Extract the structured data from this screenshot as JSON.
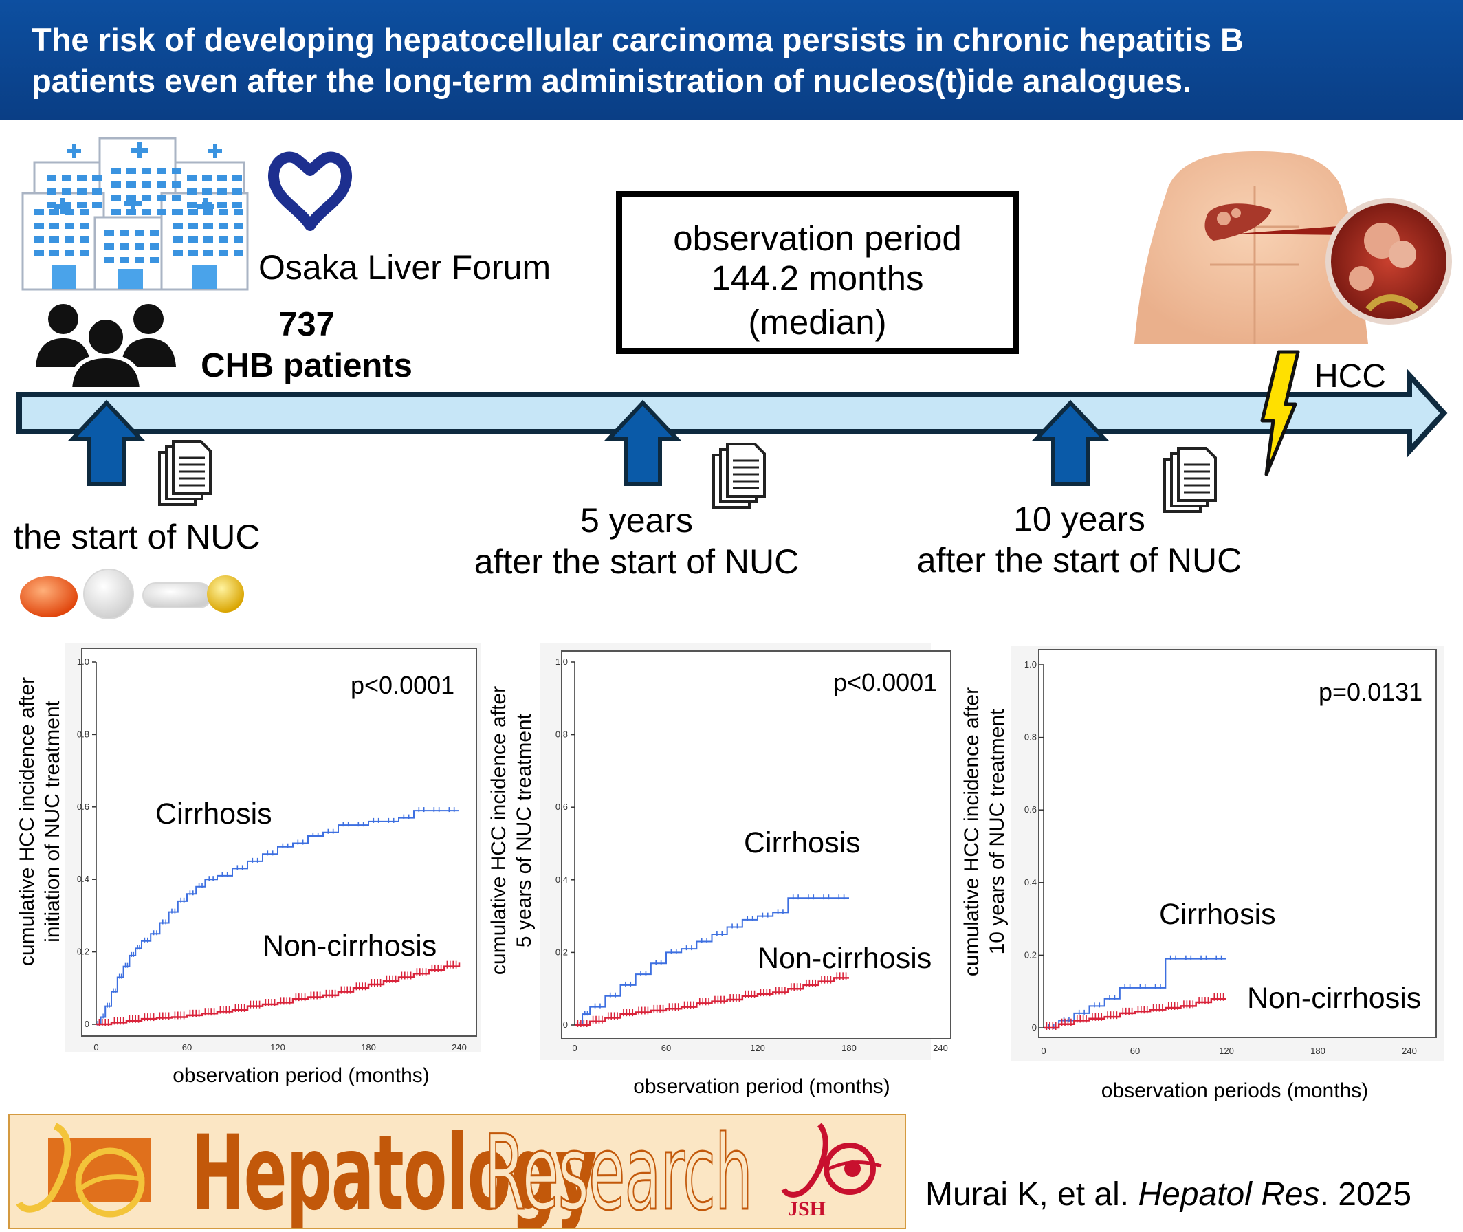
{
  "header": {
    "title_line1": "The risk of developing hepatocellular carcinoma persists in chronic hepatitis B",
    "title_line2": "patients even after the long-term administration of nucleos(t)ide analogues."
  },
  "study": {
    "forum": "Osaka Liver Forum",
    "patient_count": "737",
    "patient_label": "CHB patients"
  },
  "observation_box": {
    "line1": "observation period",
    "line2": "144.2 months",
    "line3": "(median)"
  },
  "timeline": {
    "start_label": "the start of NUC",
    "five_line1": "5 years",
    "five_line2": "after the start of NUC",
    "ten_line1": "10 years",
    "ten_line2": "after the start of NUC",
    "event_label": "HCC"
  },
  "colors": {
    "header": "#0d4fa0",
    "timeline_fill": "#c7e6f7",
    "arrow_blue": "#0a5aa8",
    "cirrhosis": "#3d6fe0",
    "non_cirrhosis": "#d9233a"
  },
  "chart_data": [
    {
      "type": "line",
      "ylabel_line1": "cumulative HCC incidence after",
      "ylabel_line2": "initiation of NUC treatment",
      "xlabel": "observation period (months)",
      "pvalue": "p<0.0001",
      "xlim": [
        0,
        240
      ],
      "ylim": [
        0,
        1.0
      ],
      "xticks": [
        "0",
        "60",
        "120",
        "180",
        "240"
      ],
      "yticks": [
        "0",
        "0.2",
        "0.4",
        "0.6",
        "0.8",
        "1.0"
      ],
      "series": [
        {
          "name": "Cirrhosis",
          "x": [
            0,
            3,
            6,
            10,
            14,
            18,
            22,
            26,
            30,
            36,
            42,
            48,
            54,
            60,
            66,
            72,
            80,
            90,
            100,
            110,
            120,
            130,
            140,
            150,
            160,
            170,
            180,
            190,
            200,
            210,
            220,
            230,
            240
          ],
          "y": [
            0,
            0.02,
            0.05,
            0.09,
            0.13,
            0.16,
            0.19,
            0.21,
            0.23,
            0.25,
            0.28,
            0.31,
            0.34,
            0.36,
            0.38,
            0.4,
            0.41,
            0.43,
            0.45,
            0.47,
            0.49,
            0.5,
            0.52,
            0.53,
            0.55,
            0.55,
            0.56,
            0.56,
            0.57,
            0.59,
            0.59,
            0.59,
            0.59
          ]
        },
        {
          "name": "Non-cirrhosis",
          "x": [
            0,
            10,
            20,
            30,
            40,
            50,
            60,
            70,
            80,
            90,
            100,
            110,
            120,
            130,
            140,
            150,
            160,
            170,
            180,
            190,
            200,
            210,
            220,
            230,
            240
          ],
          "y": [
            0,
            0.005,
            0.01,
            0.015,
            0.018,
            0.02,
            0.025,
            0.03,
            0.035,
            0.04,
            0.05,
            0.055,
            0.06,
            0.07,
            0.075,
            0.08,
            0.09,
            0.1,
            0.11,
            0.12,
            0.13,
            0.14,
            0.15,
            0.16,
            0.17
          ]
        }
      ]
    },
    {
      "type": "line",
      "ylabel_line1": "cumulative HCC incidence after",
      "ylabel_line2": "5 years of NUC treatment",
      "xlabel": "observation period (months)",
      "pvalue": "p<0.0001",
      "xlim": [
        0,
        240
      ],
      "ylim": [
        0,
        1.0
      ],
      "xticks": [
        "0",
        "60",
        "120",
        "180",
        "240"
      ],
      "yticks": [
        "0",
        "0.2",
        "0.4",
        "0.6",
        "0.8",
        "1.0"
      ],
      "series": [
        {
          "name": "Cirrhosis",
          "x": [
            0,
            5,
            10,
            20,
            30,
            40,
            50,
            60,
            70,
            80,
            90,
            100,
            110,
            120,
            130,
            140,
            150,
            160,
            170,
            180
          ],
          "y": [
            0,
            0.03,
            0.05,
            0.08,
            0.11,
            0.14,
            0.17,
            0.2,
            0.21,
            0.23,
            0.25,
            0.27,
            0.29,
            0.3,
            0.31,
            0.35,
            0.35,
            0.35,
            0.35,
            0.35
          ]
        },
        {
          "name": "Non-cirrhosis",
          "x": [
            0,
            10,
            20,
            30,
            40,
            50,
            60,
            70,
            80,
            90,
            100,
            110,
            120,
            130,
            140,
            150,
            160,
            170,
            180
          ],
          "y": [
            0,
            0.01,
            0.02,
            0.03,
            0.035,
            0.04,
            0.045,
            0.05,
            0.06,
            0.065,
            0.07,
            0.08,
            0.085,
            0.09,
            0.1,
            0.11,
            0.12,
            0.13,
            0.13
          ]
        }
      ]
    },
    {
      "type": "line",
      "ylabel_line1": "cumulative HCC incidence after",
      "ylabel_line2": "10 years of NUC treatment",
      "xlabel": "observation periods (months)",
      "pvalue": "p=0.0131",
      "xlim": [
        0,
        240
      ],
      "ylim": [
        0,
        1.0
      ],
      "xticks": [
        "0",
        "60",
        "120",
        "180",
        "240"
      ],
      "yticks": [
        "0",
        "0.2",
        "0.4",
        "0.6",
        "0.8",
        "1.0"
      ],
      "series": [
        {
          "name": "Cirrhosis",
          "x": [
            0,
            10,
            20,
            30,
            40,
            50,
            60,
            70,
            80,
            90,
            100,
            110,
            120
          ],
          "y": [
            0,
            0.02,
            0.04,
            0.06,
            0.08,
            0.11,
            0.11,
            0.11,
            0.19,
            0.19,
            0.19,
            0.19,
            0.19
          ]
        },
        {
          "name": "Non-cirrhosis",
          "x": [
            0,
            10,
            20,
            30,
            40,
            50,
            60,
            70,
            80,
            90,
            100,
            110,
            120
          ],
          "y": [
            0,
            0.01,
            0.02,
            0.025,
            0.03,
            0.04,
            0.045,
            0.05,
            0.055,
            0.06,
            0.07,
            0.08,
            0.08
          ]
        }
      ]
    }
  ],
  "journal": {
    "word1": "Hepatology",
    "word2": "Research",
    "society": "JSH"
  },
  "citation": {
    "authors": "Murai K, et al. ",
    "journal": "Hepatol Res",
    "year": ". 2025"
  }
}
